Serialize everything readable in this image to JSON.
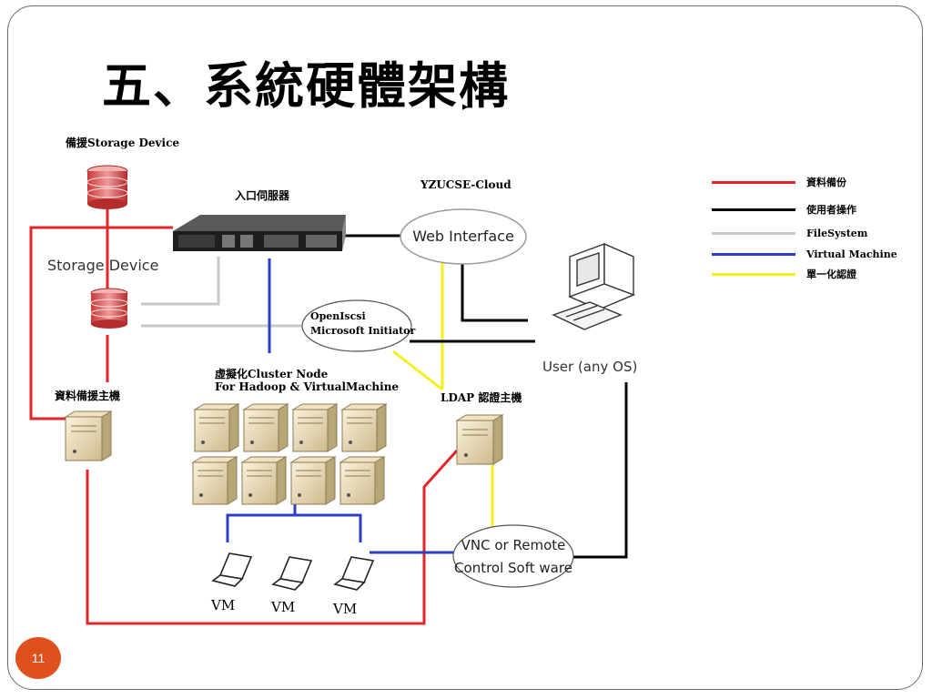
{
  "slide": {
    "title": "五、系統硬體架構",
    "page_number": "11"
  },
  "labels": {
    "backup_storage_device": "備援Storage Device",
    "storage_device": "Storage Device",
    "entry_server": "入口伺服器",
    "cloud_name": "YZUCSE-Cloud",
    "web_interface": "Web Interface",
    "openiscsi_line1": "OpenIscsi",
    "openiscsi_line2": "Microsoft Initiator",
    "user": "User (any OS)",
    "backup_host": "資料備援主機",
    "cluster_line1": "虛擬化Cluster Node",
    "cluster_line2": "For Hadoop & VirtualMachine",
    "ldap_host": "LDAP 認證主機",
    "vnc_line1": "VNC or Remote",
    "vnc_line2": "Control Soft ware",
    "vm_1": "VM",
    "vm_2": "VM",
    "vm_3": "VM"
  },
  "legend": [
    {
      "label": "資料備份",
      "color": "#e0252b"
    },
    {
      "label": "使用者操作",
      "color": "#000000"
    },
    {
      "label": "FileSystem",
      "color": "#c8c8c8"
    },
    {
      "label": "Virtual Machine",
      "color": "#2d3fc9"
    },
    {
      "label": "單一化認證",
      "color": "#f5ef1b"
    }
  ],
  "colors": {
    "backup": "#e0252b",
    "user_operation": "#000000",
    "filesystem": "#c8c8c8",
    "virtual_machine": "#2d3fc9",
    "authentication": "#f5ef1b",
    "page_badge": "#e0501f"
  }
}
